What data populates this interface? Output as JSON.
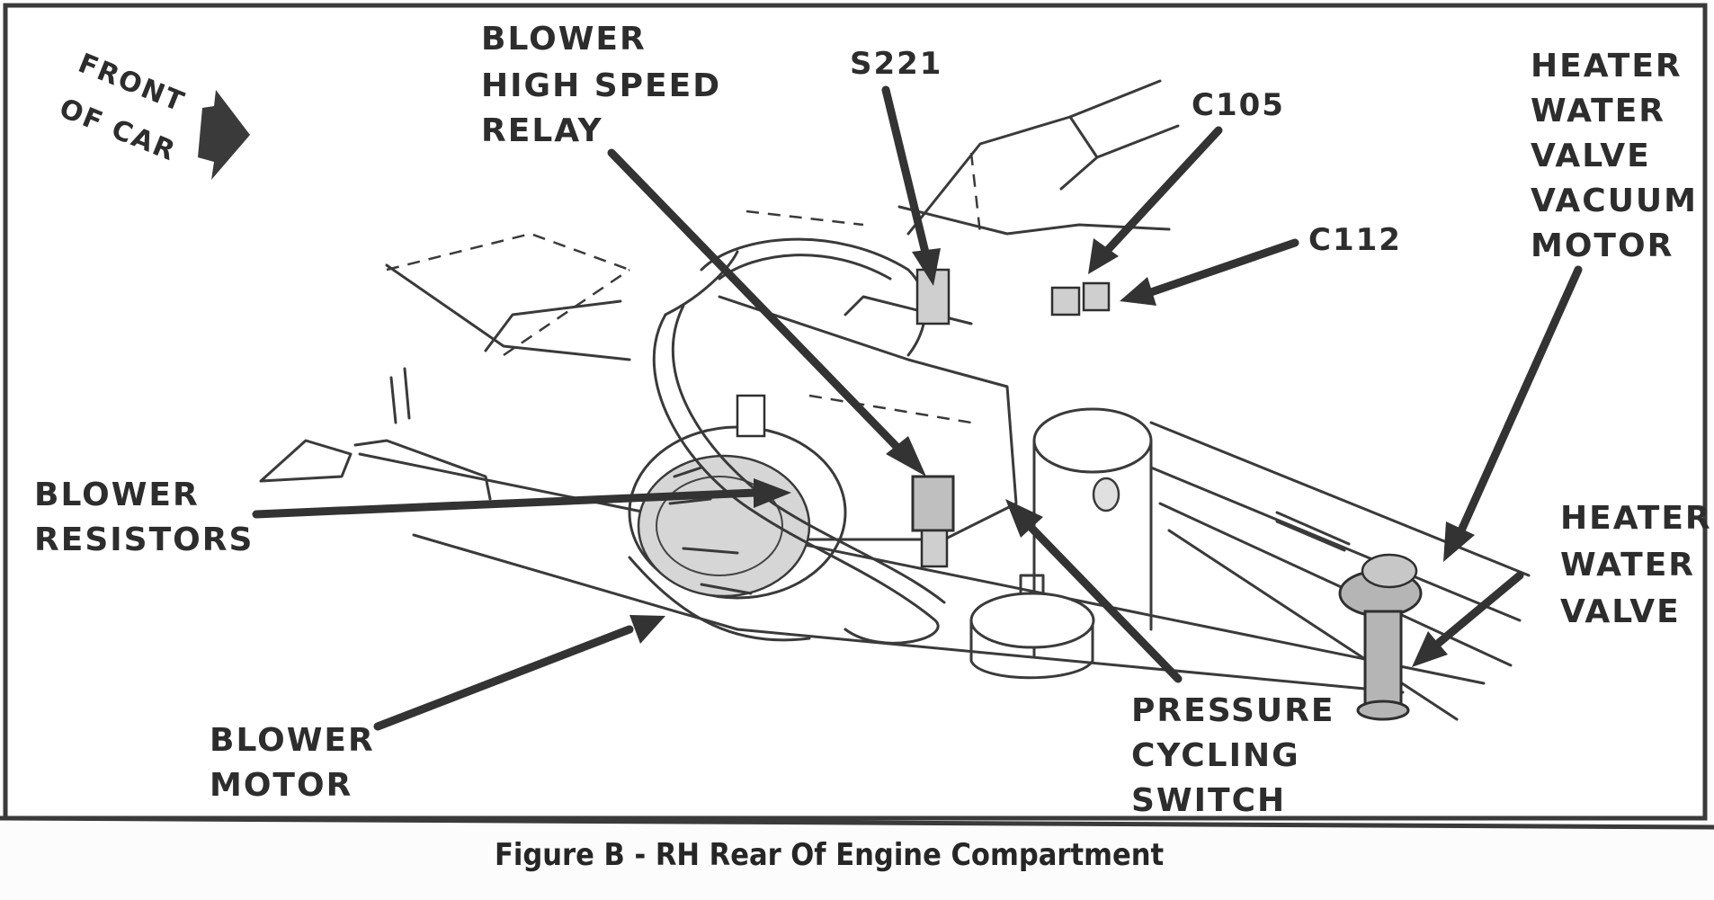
{
  "orientation": {
    "line1": "FRONT",
    "line2": "OF CAR"
  },
  "labels": {
    "blower_relay": [
      "BLOWER",
      "HIGH SPEED",
      "RELAY"
    ],
    "s221": "S221",
    "c105": "C105",
    "c112": "C112",
    "heater_vacuum_motor": [
      "HEATER",
      "WATER",
      "VALVE",
      "VACUUM",
      "MOTOR"
    ],
    "blower_resistors": [
      "BLOWER",
      "RESISTORS"
    ],
    "heater_water_valve": [
      "HEATER",
      "WATER",
      "VALVE"
    ],
    "blower_motor": [
      "BLOWER",
      "MOTOR"
    ],
    "pressure_switch": [
      "PRESSURE",
      "CYCLING",
      "SWITCH"
    ]
  },
  "caption": "Figure B - RH Rear Of Engine Compartment"
}
